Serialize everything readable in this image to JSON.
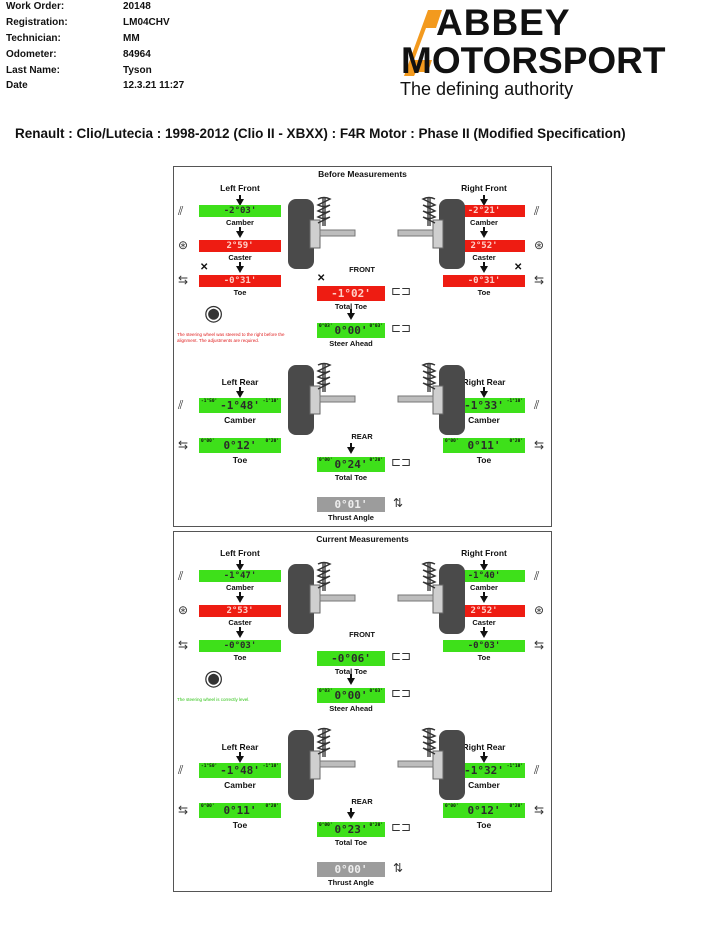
{
  "info": [
    {
      "label": "Work Order:",
      "value": "20148"
    },
    {
      "label": "Registration:",
      "value": "LM04CHV"
    },
    {
      "label": "Technician:",
      "value": "MM"
    },
    {
      "label": "Odometer:",
      "value": "84964"
    },
    {
      "label": "Last Name:",
      "value": "Tyson"
    },
    {
      "label": "Date",
      "value": "12.3.21 11:27"
    }
  ],
  "logo": {
    "line1": "ABBEY",
    "line2": "MOTORSPORT",
    "tagline": "The defining authority",
    "accent": "#f39a1e"
  },
  "vehicle_title": "Renault : Clio/Lutecia : 1998-2012 (Clio II - XBXX) : F4R Motor : Phase II (Modified Specification)",
  "colors": {
    "in_spec": "#3ee01a",
    "out_of_spec": "#ee1c12",
    "neutral": "#9c9c9c"
  },
  "panels": [
    {
      "title": "Before Measurements",
      "left_front": "Left Front",
      "right_front": "Right Front",
      "front": "FRONT",
      "left_rear": "Left Rear",
      "right_rear": "Right Rear",
      "rear": "REAR",
      "labels": {
        "camber": "Camber",
        "caster": "Caster",
        "toe": "Toe",
        "total_toe": "Total Toe",
        "steer_ahead": "Steer Ahead",
        "thrust": "Thrust Angle"
      },
      "lf_camber": {
        "value": "-2°03'",
        "status": "green"
      },
      "lf_caster": {
        "value": "2°59'",
        "status": "red"
      },
      "lf_toe": {
        "value": "-0°31'",
        "status": "red"
      },
      "rf_camber": {
        "value": "-2°21'",
        "status": "red"
      },
      "rf_caster": {
        "value": "2°52'",
        "status": "red"
      },
      "rf_toe": {
        "value": "-0°31'",
        "status": "red"
      },
      "front_total_toe": {
        "value": "-1°02'",
        "status": "red"
      },
      "steer_ahead": {
        "value": "0°00'",
        "status": "green"
      },
      "steer_ahead_min": "0°03'",
      "steer_ahead_max": "0°03'",
      "steering_message": "The steering wheel was steered to the right before the alignment. The adjustments are required.",
      "steering_message_status": "red",
      "lr_camber": {
        "value": "-1°48'",
        "status": "green"
      },
      "lr_toe": {
        "value": "0°12'",
        "status": "green"
      },
      "rr_camber": {
        "value": "-1°33'",
        "status": "green"
      },
      "rr_toe": {
        "value": "0°11'",
        "status": "green"
      },
      "rear_total_toe": {
        "value": "0°24'",
        "status": "green"
      },
      "thrust_angle": {
        "value": "0°01'",
        "status": "grey"
      },
      "rear_camber_min": "-1°50'",
      "rear_camber_max": "-1°10'",
      "rear_toe_min": "0°00'",
      "rear_toe_max": "0°20'",
      "show_x": true
    },
    {
      "title": "Current Measurements",
      "left_front": "Left Front",
      "right_front": "Right Front",
      "front": "FRONT",
      "left_rear": "Left Rear",
      "right_rear": "Right Rear",
      "rear": "REAR",
      "labels": {
        "camber": "Camber",
        "caster": "Caster",
        "toe": "Toe",
        "total_toe": "Total Toe",
        "steer_ahead": "Steer Ahead",
        "thrust": "Thrust Angle"
      },
      "lf_camber": {
        "value": "-1°47'",
        "status": "green"
      },
      "lf_caster": {
        "value": "2°53'",
        "status": "red"
      },
      "lf_toe": {
        "value": "-0°03'",
        "status": "green"
      },
      "rf_camber": {
        "value": "-1°40'",
        "status": "green"
      },
      "rf_caster": {
        "value": "2°52'",
        "status": "red"
      },
      "rf_toe": {
        "value": "-0°03'",
        "status": "green"
      },
      "front_total_toe": {
        "value": "-0°06'",
        "status": "green"
      },
      "steer_ahead": {
        "value": "0°00'",
        "status": "green"
      },
      "steer_ahead_min": "0°03'",
      "steer_ahead_max": "0°03'",
      "steering_message": "The steering wheel is correctly level.",
      "steering_message_status": "green",
      "lr_camber": {
        "value": "-1°48'",
        "status": "green"
      },
      "lr_toe": {
        "value": "0°11'",
        "status": "green"
      },
      "rr_camber": {
        "value": "-1°32'",
        "status": "green"
      },
      "rr_toe": {
        "value": "0°12'",
        "status": "green"
      },
      "rear_total_toe": {
        "value": "0°23'",
        "status": "green"
      },
      "thrust_angle": {
        "value": "0°00'",
        "status": "grey"
      },
      "rear_camber_min": "-1°50'",
      "rear_camber_max": "-1°10'",
      "rear_toe_min": "0°00'",
      "rear_toe_max": "0°20'",
      "show_x": false
    }
  ]
}
